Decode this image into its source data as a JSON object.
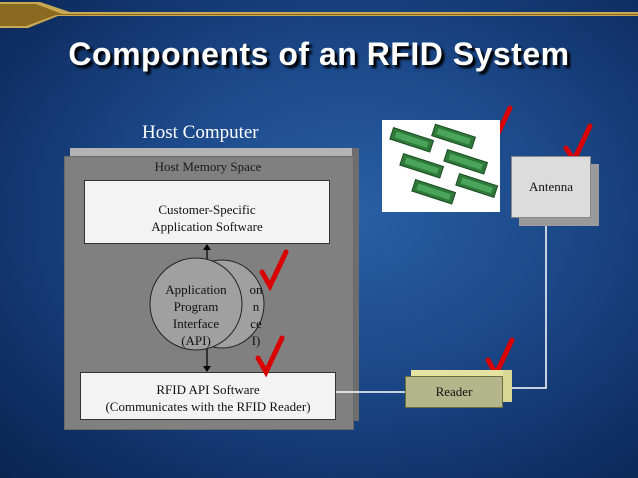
{
  "title": "Components of an RFID System",
  "host": {
    "title": "Host Computer",
    "memory_space": "Host Memory Space",
    "customer_software": [
      "Customer-Specific",
      "Application Software"
    ],
    "api_front": [
      "Application",
      "Program",
      "Interface",
      "(API)"
    ],
    "api_back": [
      "on",
      "n",
      "ce",
      "I)"
    ],
    "rfid_api": [
      "RFID API Software",
      "(Communicates with the RFID Reader)"
    ]
  },
  "antenna": {
    "label": "Antenna"
  },
  "reader": {
    "label": "Reader"
  },
  "colors": {
    "background": "#1b4787",
    "checkmark": "#d80000",
    "host_box": "#808080",
    "reader": "#b3b58a"
  }
}
